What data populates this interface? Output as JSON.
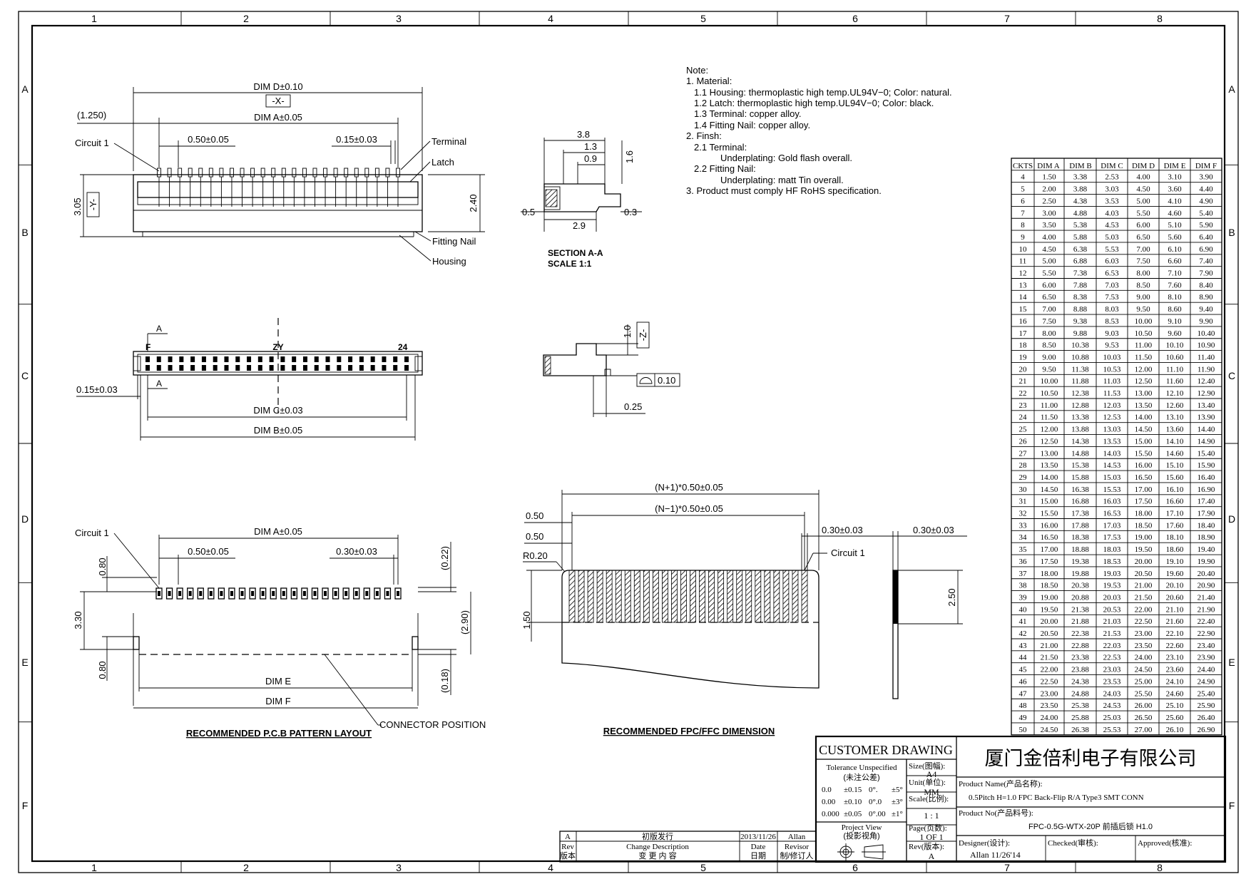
{
  "frame": {
    "columns": [
      "1",
      "2",
      "3",
      "4",
      "5",
      "6",
      "7",
      "8"
    ],
    "rows": [
      "A",
      "B",
      "C",
      "D",
      "E",
      "F"
    ]
  },
  "top_view": {
    "dim_d": "DIM D±0.10",
    "datum_x": "-X-",
    "pitch_offset": "(1.250)",
    "dim_a": "DIM A±0.05",
    "circuit_label": "Circuit 1",
    "pitch": "0.50±0.05",
    "terminal_width": "0.15±0.03",
    "terminal_label": "Terminal",
    "latch_label": "Latch",
    "fitting_nail_label": "Fitting Nail",
    "housing_label": "Housing",
    "overall_height": "3.05",
    "datum_y": "-Y-",
    "body_height": "2.40"
  },
  "section_view": {
    "dim_38": "3.8",
    "dim_13": "1.3",
    "dim_09": "0.9",
    "dim_16": "1.6",
    "dim_05": "0.5",
    "dim_29": "2.9",
    "dim_03": "0.3",
    "title": "SECTION A-A",
    "scale": "SCALE    1:1"
  },
  "bottom_view": {
    "marker_a": "A",
    "label_f": "F",
    "label_zy": "ZY",
    "label_24": "24",
    "nail_width": "0.15±0.03",
    "dim_c": "DIM C±0.03",
    "dim_b": "DIM B±0.05"
  },
  "side_view": {
    "dim_10": "1.0",
    "datum_z": "-Z-",
    "flatness": "0.10",
    "dim_025": "0.25"
  },
  "pcb_layout": {
    "circuit_label": "Circuit 1",
    "dim_a": "DIM A±0.05",
    "pitch": "0.50±0.05",
    "pad_width": "0.30±0.03",
    "dim_080_top": "0.80",
    "dim_022": "(0.22)",
    "dim_330": "3.30",
    "dim_290": "(2.90)",
    "dim_080_bot": "0.80",
    "dim_018": "(0.18)",
    "dim_e": "DIM E",
    "dim_f": "DIM F",
    "connector_position": "CONNECTOR POSITION",
    "title": "RECOMMENDED P.C.B PATTERN LAYOUT"
  },
  "fpc_dimension": {
    "dim_n_plus": "(N+1)*0.50±0.05",
    "dim_n_minus": "(N−1)*0.50±0.05",
    "dim_050a": "0.50",
    "dim_050b": "0.50",
    "radius": "R0.20",
    "trace_width": "0.30±0.03",
    "circuit_label": "Circuit 1",
    "dim_150": "1.50",
    "thickness": "0.30±0.03",
    "dim_250": "2.50",
    "title": "RECOMMENDED FPC/FFC DIMENSION"
  },
  "notes": [
    "Note:",
    "1. Material:",
    "1.1 Housing: thermoplastic high temp.UL94V−0; Color: natural.",
    "1.2 Latch: thermoplastic high temp.UL94V−0; Color: black.",
    "1.3 Terminal: copper alloy.",
    "1.4 Fitting Nail: copper alloy.",
    "2. Finsh:",
    "2.1 Terminal:",
    "Underplating: Gold flash overall.",
    "2.2 Fitting Nail:",
    "Underplating: matt Tin overall.",
    "3. Product must comply HF RoHS specification."
  ],
  "dim_table": {
    "headers": [
      "CKTS",
      "DIM A",
      "DIM B",
      "DIM C",
      "DIM D",
      "DIM E",
      "DIM F"
    ],
    "rows": [
      [
        "4",
        "1.50",
        "3.38",
        "2.53",
        "4.00",
        "3.10",
        "3.90"
      ],
      [
        "5",
        "2.00",
        "3.88",
        "3.03",
        "4.50",
        "3.60",
        "4.40"
      ],
      [
        "6",
        "2.50",
        "4.38",
        "3.53",
        "5.00",
        "4.10",
        "4.90"
      ],
      [
        "7",
        "3.00",
        "4.88",
        "4.03",
        "5.50",
        "4.60",
        "5.40"
      ],
      [
        "8",
        "3.50",
        "5.38",
        "4.53",
        "6.00",
        "5.10",
        "5.90"
      ],
      [
        "9",
        "4.00",
        "5.88",
        "5.03",
        "6.50",
        "5.60",
        "6.40"
      ],
      [
        "10",
        "4.50",
        "6.38",
        "5.53",
        "7.00",
        "6.10",
        "6.90"
      ],
      [
        "11",
        "5.00",
        "6.88",
        "6.03",
        "7.50",
        "6.60",
        "7.40"
      ],
      [
        "12",
        "5.50",
        "7.38",
        "6.53",
        "8.00",
        "7.10",
        "7.90"
      ],
      [
        "13",
        "6.00",
        "7.88",
        "7.03",
        "8.50",
        "7.60",
        "8.40"
      ],
      [
        "14",
        "6.50",
        "8.38",
        "7.53",
        "9.00",
        "8.10",
        "8.90"
      ],
      [
        "15",
        "7.00",
        "8.88",
        "8.03",
        "9.50",
        "8.60",
        "9.40"
      ],
      [
        "16",
        "7.50",
        "9.38",
        "8.53",
        "10.00",
        "9.10",
        "9.90"
      ],
      [
        "17",
        "8.00",
        "9.88",
        "9.03",
        "10.50",
        "9.60",
        "10.40"
      ],
      [
        "18",
        "8.50",
        "10.38",
        "9.53",
        "11.00",
        "10.10",
        "10.90"
      ],
      [
        "19",
        "9.00",
        "10.88",
        "10.03",
        "11.50",
        "10.60",
        "11.40"
      ],
      [
        "20",
        "9.50",
        "11.38",
        "10.53",
        "12.00",
        "11.10",
        "11.90"
      ],
      [
        "21",
        "10.00",
        "11.88",
        "11.03",
        "12.50",
        "11.60",
        "12.40"
      ],
      [
        "22",
        "10.50",
        "12.38",
        "11.53",
        "13.00",
        "12.10",
        "12.90"
      ],
      [
        "23",
        "11.00",
        "12.88",
        "12.03",
        "13.50",
        "12.60",
        "13.40"
      ],
      [
        "24",
        "11.50",
        "13.38",
        "12.53",
        "14.00",
        "13.10",
        "13.90"
      ],
      [
        "25",
        "12.00",
        "13.88",
        "13.03",
        "14.50",
        "13.60",
        "14.40"
      ],
      [
        "26",
        "12.50",
        "14.38",
        "13.53",
        "15.00",
        "14.10",
        "14.90"
      ],
      [
        "27",
        "13.00",
        "14.88",
        "14.03",
        "15.50",
        "14.60",
        "15.40"
      ],
      [
        "28",
        "13.50",
        "15.38",
        "14.53",
        "16.00",
        "15.10",
        "15.90"
      ],
      [
        "29",
        "14.00",
        "15.88",
        "15.03",
        "16.50",
        "15.60",
        "16.40"
      ],
      [
        "30",
        "14.50",
        "16.38",
        "15.53",
        "17.00",
        "16.10",
        "16.90"
      ],
      [
        "31",
        "15.00",
        "16.88",
        "16.03",
        "17.50",
        "16.60",
        "17.40"
      ],
      [
        "32",
        "15.50",
        "17.38",
        "16.53",
        "18.00",
        "17.10",
        "17.90"
      ],
      [
        "33",
        "16.00",
        "17.88",
        "17.03",
        "18.50",
        "17.60",
        "18.40"
      ],
      [
        "34",
        "16.50",
        "18.38",
        "17.53",
        "19.00",
        "18.10",
        "18.90"
      ],
      [
        "35",
        "17.00",
        "18.88",
        "18.03",
        "19.50",
        "18.60",
        "19.40"
      ],
      [
        "36",
        "17.50",
        "19.38",
        "18.53",
        "20.00",
        "19.10",
        "19.90"
      ],
      [
        "37",
        "18.00",
        "19.88",
        "19.03",
        "20.50",
        "19.60",
        "20.40"
      ],
      [
        "38",
        "18.50",
        "20.38",
        "19.53",
        "21.00",
        "20.10",
        "20.90"
      ],
      [
        "39",
        "19.00",
        "20.88",
        "20.03",
        "21.50",
        "20.60",
        "21.40"
      ],
      [
        "40",
        "19.50",
        "21.38",
        "20.53",
        "22.00",
        "21.10",
        "21.90"
      ],
      [
        "41",
        "20.00",
        "21.88",
        "21.03",
        "22.50",
        "21.60",
        "22.40"
      ],
      [
        "42",
        "20.50",
        "22.38",
        "21.53",
        "23.00",
        "22.10",
        "22.90"
      ],
      [
        "43",
        "21.00",
        "22.88",
        "22.03",
        "23.50",
        "22.60",
        "23.40"
      ],
      [
        "44",
        "21.50",
        "23.38",
        "22.53",
        "24.00",
        "23.10",
        "23.90"
      ],
      [
        "45",
        "22.00",
        "23.88",
        "23.03",
        "24.50",
        "23.60",
        "24.40"
      ],
      [
        "46",
        "22.50",
        "24.38",
        "23.53",
        "25.00",
        "24.10",
        "24.90"
      ],
      [
        "47",
        "23.00",
        "24.88",
        "24.03",
        "25.50",
        "24.60",
        "25.40"
      ],
      [
        "48",
        "23.50",
        "25.38",
        "24.53",
        "26.00",
        "25.10",
        "25.90"
      ],
      [
        "49",
        "24.00",
        "25.88",
        "25.03",
        "26.50",
        "25.60",
        "26.40"
      ],
      [
        "50",
        "24.50",
        "26.38",
        "25.53",
        "27.00",
        "26.10",
        "26.90"
      ]
    ]
  },
  "title_block": {
    "customer_drawing": "CUSTOMER DRAWING",
    "company": "厦门金倍利电子有限公司",
    "tolerance_title": "Tolerance Unspecified",
    "tolerance_title_cn": "(未注公差)",
    "tol_rows": [
      [
        "0.0",
        "±0.15",
        "0°.",
        "±5°"
      ],
      [
        "0.00",
        "±0.10",
        "0°.0",
        "±3°"
      ],
      [
        "0.000",
        "±0.05",
        "0°.00",
        "±1°"
      ]
    ],
    "size_label": "Size(图幅):",
    "size_value": "A4",
    "unit_label": "Unit(单位):",
    "unit_value": "MM",
    "scale_label": "Scale(比例):",
    "scale_value": "1 : 1",
    "page_label": "Page(页数):",
    "page_value": "1 OF 1",
    "rev_label": "Rev(版本):",
    "rev_value": "A",
    "projection_label": "Project View",
    "projection_label_cn": "(投影视角)",
    "product_name_label": "Product Name(产品名称):",
    "product_name": "0.5Pitch H=1.0 FPC Back-Flip R/A Type3 SMT CONN",
    "product_no_label": "Product No(产品料号):",
    "product_no": "FPC-0.5G-WTX-20P 前插后锁 H1.0",
    "designer_label": "Designer(设计):",
    "designer": "Allan 11/26'14",
    "checked_label": "Checked(审核):",
    "approved_label": "Approved(核准):",
    "rev_row": [
      "A",
      "初版发行",
      "2013/11/26",
      "Allan"
    ],
    "rev_headers": [
      "Rev",
      "Change Description",
      "Date",
      "Revisor"
    ],
    "rev_headers_cn": [
      "版本",
      "变 更 内 容",
      "日期",
      "制/修订人"
    ]
  }
}
